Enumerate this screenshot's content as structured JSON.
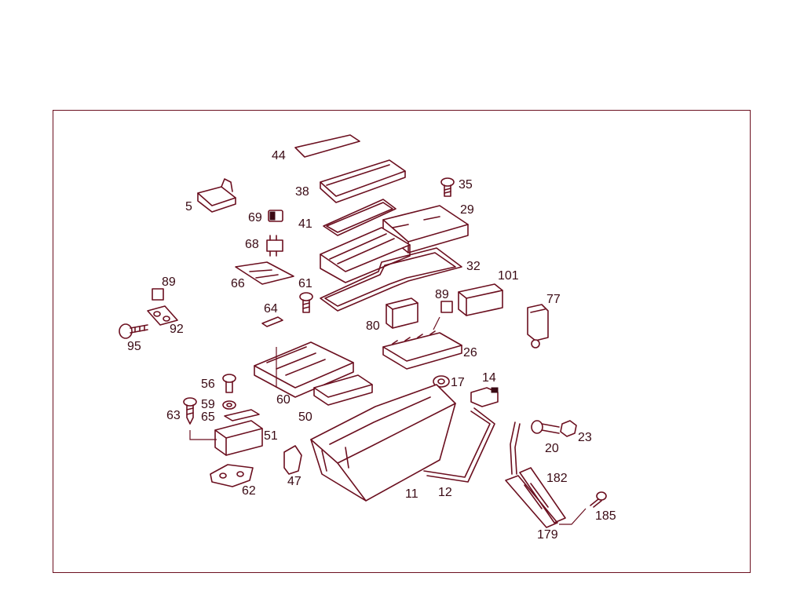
{
  "diagram": {
    "colors": {
      "line": "#6b0f1f",
      "text": "#3a0a14",
      "background": "#ffffff"
    },
    "labels": [
      "44",
      "38",
      "35",
      "5",
      "29",
      "69",
      "41",
      "68",
      "32",
      "66",
      "61",
      "101",
      "89",
      "89",
      "77",
      "64",
      "80",
      "92",
      "95",
      "26",
      "56",
      "14",
      "17",
      "60",
      "59",
      "50",
      "63",
      "65",
      "51",
      "23",
      "20",
      "182",
      "47",
      "62",
      "11",
      "12",
      "185",
      "179"
    ]
  }
}
